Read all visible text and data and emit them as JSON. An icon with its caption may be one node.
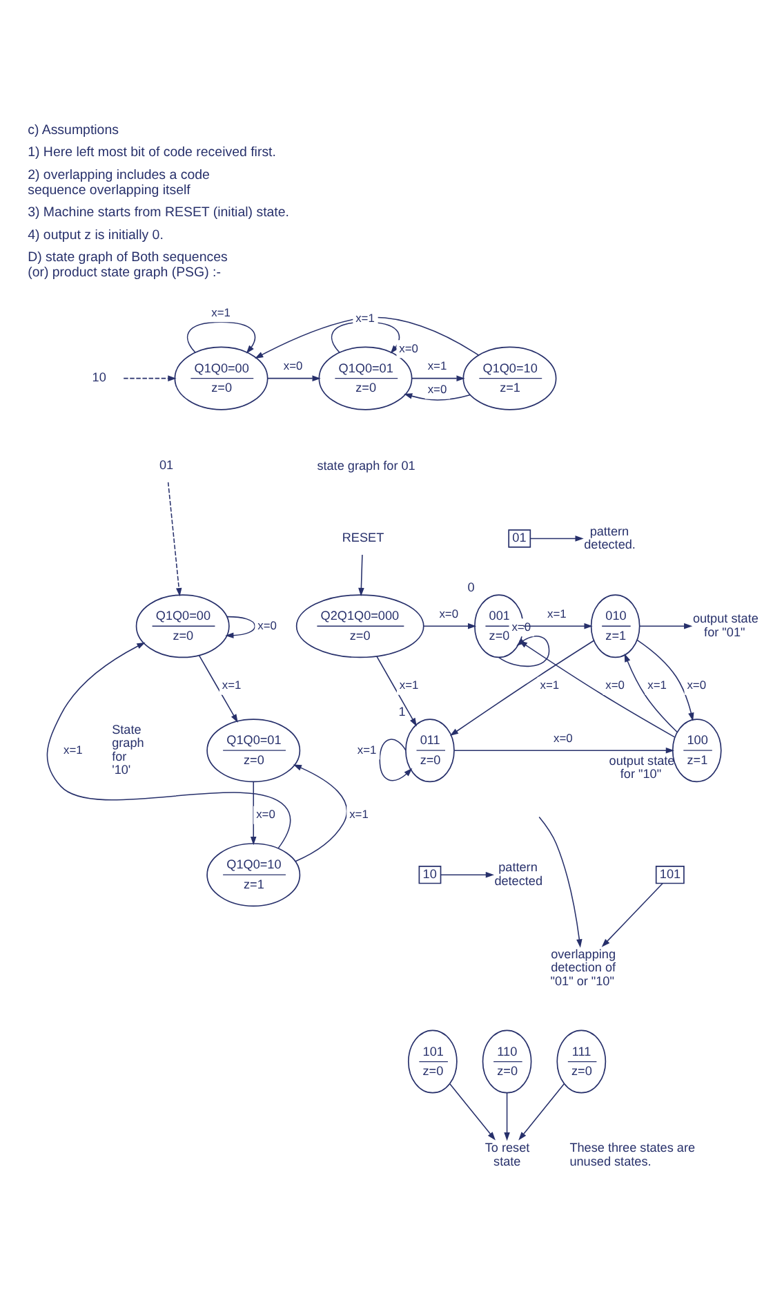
{
  "diagram": {
    "nodes": [
      {
        "text": [
          "10"
        ]
      },
      {
        "text": [
          "01"
        ]
      },
      {
        "text": [
          "Q1Q0=00",
          "z=0"
        ]
      },
      {
        "text": [
          "Q1Q0=01",
          "z=0"
        ]
      },
      {
        "text": [
          "Q1Q0=10",
          "z=1"
        ]
      },
      {
        "text": [
          "Q1Q0=00",
          "z=0"
        ]
      },
      {
        "text": [
          "Q1Q0=01",
          "z=0"
        ]
      },
      {
        "text": [
          "Q1Q0=10",
          "z=1"
        ]
      },
      {
        "text": [
          "RESET"
        ]
      },
      {
        "text": [
          "Q2Q1Q0=000",
          "z=0"
        ]
      },
      {
        "text": [
          "001",
          "z=0"
        ],
        "beside": [
          "0"
        ]
      },
      {
        "text": [
          "010",
          "z=1"
        ]
      },
      {
        "text": [
          "output state for \"01\""
        ]
      },
      {
        "text": [
          "011",
          "z=0"
        ],
        "beside": [
          "1"
        ]
      },
      {
        "text": [
          "100",
          "z=1"
        ],
        "beside": [
          "output state for \"10\""
        ]
      },
      {
        "text": [
          "01"
        ]
      },
      {
        "text": [
          "pattern detected."
        ]
      },
      {
        "text": [
          "10"
        ]
      },
      {
        "text": [
          "pattern detected"
        ]
      },
      {
        "text": [
          "101"
        ]
      },
      {
        "text": [
          "overlapping detection of \"01\" or \"10\""
        ]
      },
      {
        "text": [
          "101",
          "z=0"
        ]
      },
      {
        "text": [
          "110",
          "z=0"
        ]
      },
      {
        "text": [
          "111",
          "z=0"
        ]
      },
      {
        "text": [
          "To reset state"
        ]
      }
    ],
    "edges": [
      {
        "from": 0,
        "to": 2,
        "arrow": "to",
        "style": "dashed"
      },
      {
        "from": 1,
        "to": 5,
        "arrow": "to",
        "style": "dashed"
      },
      {
        "from": 2,
        "to": 2,
        "arrow": "to",
        "label": "x=1"
      },
      {
        "from": 2,
        "to": 3,
        "arrow": "to",
        "label": "x=0"
      },
      {
        "from": 3,
        "to": 3,
        "arrow": "to",
        "label": "x=0"
      },
      {
        "from": 3,
        "to": 4,
        "arrow": "to",
        "label": "x=1"
      },
      {
        "from": 4,
        "to": 3,
        "arrow": "to",
        "label": "x=0"
      },
      {
        "from": 4,
        "to": 2,
        "arrow": "to",
        "label": "x=1"
      },
      {
        "from": 5,
        "to": 5,
        "arrow": "to",
        "label": "x=0"
      },
      {
        "from": 5,
        "to": 6,
        "arrow": "to",
        "label": "x=1"
      },
      {
        "from": 6,
        "to": 7,
        "arrow": "to",
        "label": "x=0"
      },
      {
        "from": 7,
        "to": 6,
        "arrow": "to",
        "label": "x=1"
      },
      {
        "from": 7,
        "to": 5,
        "arrow": "to",
        "label": "x=1"
      },
      {
        "from": 8,
        "to": 9,
        "arrow": "to"
      },
      {
        "from": 9,
        "to": 10,
        "arrow": "to",
        "label": "x=0"
      },
      {
        "from": 9,
        "to": 13,
        "arrow": "to",
        "label": "x=1"
      },
      {
        "from": 10,
        "to": 11,
        "arrow": "to",
        "label": "x=1"
      },
      {
        "from": 10,
        "to": 10,
        "arrow": "to",
        "label": "x=0"
      },
      {
        "from": 11,
        "to": 12,
        "arrow": "to"
      },
      {
        "from": 11,
        "to": 14,
        "arrow": "to",
        "label": "x=0"
      },
      {
        "from": 14,
        "to": 11,
        "arrow": "to",
        "label": "x=1"
      },
      {
        "from": 14,
        "to": 10,
        "arrow": "to",
        "label": "x=0"
      },
      {
        "from": 13,
        "to": 14,
        "arrow": "to",
        "label": "x=0"
      },
      {
        "from": 13,
        "to": 13,
        "arrow": "to",
        "label": "x=1"
      },
      {
        "from": 11,
        "to": 13,
        "arrow": "to",
        "label": "x=1"
      },
      {
        "from": 15,
        "to": 16,
        "arrow": "to"
      },
      {
        "from": 17,
        "to": 18,
        "arrow": "to"
      },
      {
        "from": 19,
        "to": 20,
        "arrow": "to"
      },
      {
        "from": null,
        "to": 20,
        "arrow": "to"
      },
      {
        "from": 21,
        "to": 24,
        "arrow": "to"
      },
      {
        "from": 22,
        "to": 24,
        "arrow": "to"
      },
      {
        "from": 23,
        "to": 24,
        "arrow": "to"
      }
    ],
    "labels": [
      "c) Assumptions",
      "1) Here left most bit of code received first.",
      "2) overlapping includes a code sequence overlapping itself",
      "3) Machine starts from RESET (initial) state.",
      "4) output z is initially 0.",
      "D) state graph of Both sequences (or) product state graph (PSG) :-",
      "state graph for 01",
      "State graph for '10'",
      "These three states are unused states."
    ]
  }
}
